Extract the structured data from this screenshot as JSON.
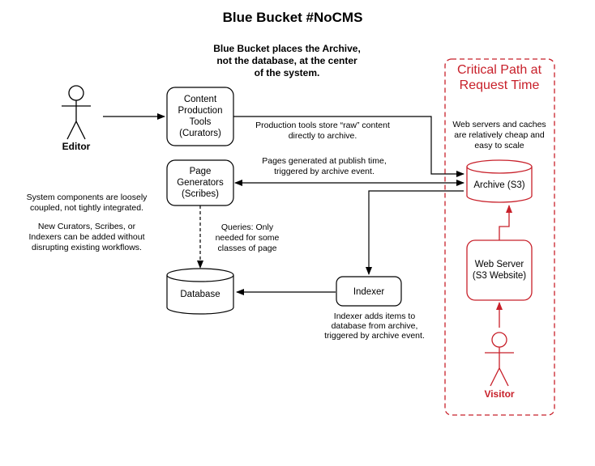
{
  "title": "Blue Bucket #NoCMS",
  "subtitle": [
    "Blue Bucket places the Archive,",
    "not the database, at the center",
    "of the system."
  ],
  "actors": {
    "editor": "Editor",
    "visitor": "Visitor"
  },
  "nodes": {
    "content_tools": [
      "Content",
      "Production",
      "Tools",
      "(Curators)"
    ],
    "page_generators": [
      "Page",
      "Generators",
      "(Scribes)"
    ],
    "database": "Database",
    "indexer": "Indexer",
    "archive": "Archive (S3)",
    "web_server": [
      "Web Server",
      "(S3 Website)"
    ]
  },
  "critical_path": {
    "title": [
      "Critical Path at",
      "Request Time"
    ],
    "note": [
      "Web servers and caches",
      "are relatively cheap and",
      "easy to scale"
    ]
  },
  "notes": {
    "production": [
      "Production tools store “raw” content",
      "directly to archive."
    ],
    "pages": [
      "Pages generated at publish time,",
      "triggered by archive event."
    ],
    "queries": [
      "Queries: Only",
      "needed for some",
      "classes of page"
    ],
    "indexer": [
      "Indexer adds items to",
      "database from archive,",
      "triggered by archive event."
    ],
    "coupling": [
      "System components are loosely",
      "coupled, not tightly integrated."
    ],
    "extend": [
      "New Curators, Scribes, or",
      "Indexers can be added without",
      "disrupting existing workflows."
    ]
  },
  "colors": {
    "critical": "#c8202a",
    "line": "#000000"
  }
}
